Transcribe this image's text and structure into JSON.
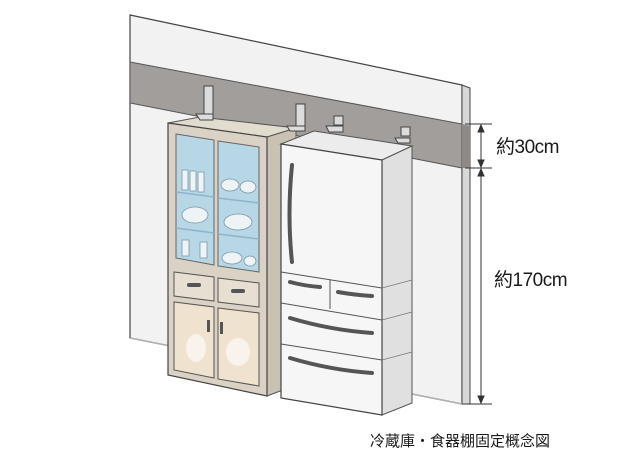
{
  "labels": {
    "upper_gap": "約30cm",
    "lower_height": "約170cm",
    "caption": "冷蔵庫・食器棚固定概念図"
  },
  "colors": {
    "wall": "#f1f1f1",
    "beam": "#a19e9c",
    "cabinet_frame": "#d6cfc2",
    "glass": "#b7d6e6",
    "fridge": "#f4f4f4",
    "outline": "#3a3a3a"
  }
}
